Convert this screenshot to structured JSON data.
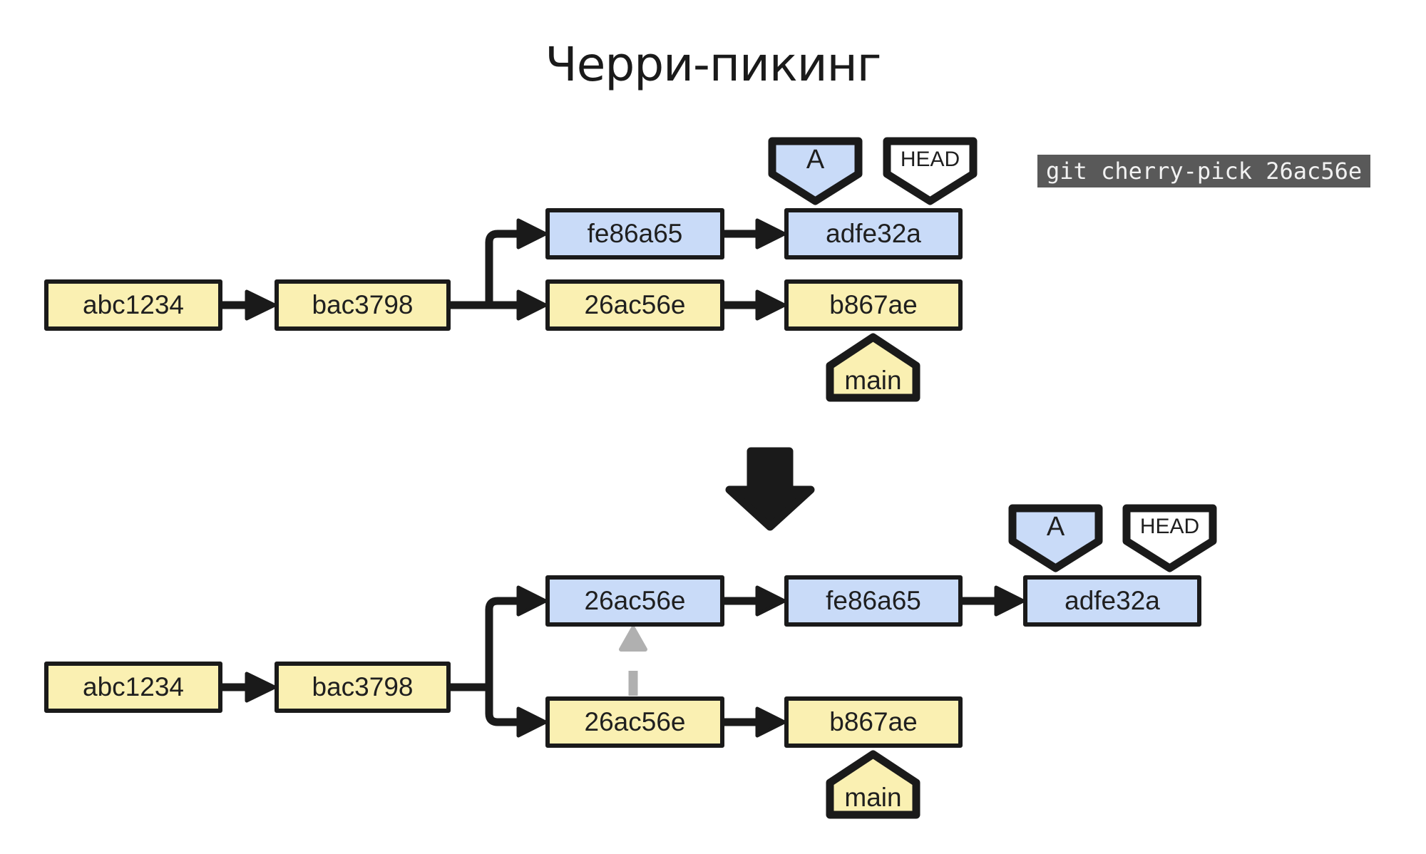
{
  "title": "Черри-пикинг",
  "command_label": "git cherry-pick 26ac56e",
  "colors": {
    "yellow": "#FAF0B2",
    "blue": "#C9DBF8",
    "white": "#FFFFFF",
    "outline": "#1A1A1A",
    "code_bg": "#595959",
    "code_text": "#F2F2F2",
    "copy_arrow_gray": "#B0B0B0",
    "background": "#FFFFFF"
  },
  "before": {
    "main_branch": [
      "abc1234",
      "bac3798",
      "26ac56e",
      "b867ae"
    ],
    "feature_branch": [
      "fe86a65",
      "adfe32a"
    ],
    "branch_badge": "A",
    "head_badge": "HEAD",
    "main_badge": "main"
  },
  "after": {
    "main_branch": [
      "abc1234",
      "bac3798",
      "26ac56e",
      "b867ae"
    ],
    "feature_branch": [
      "26ac56e",
      "fe86a65",
      "adfe32a"
    ],
    "branch_badge": "A",
    "head_badge": "HEAD",
    "main_badge": "main"
  }
}
